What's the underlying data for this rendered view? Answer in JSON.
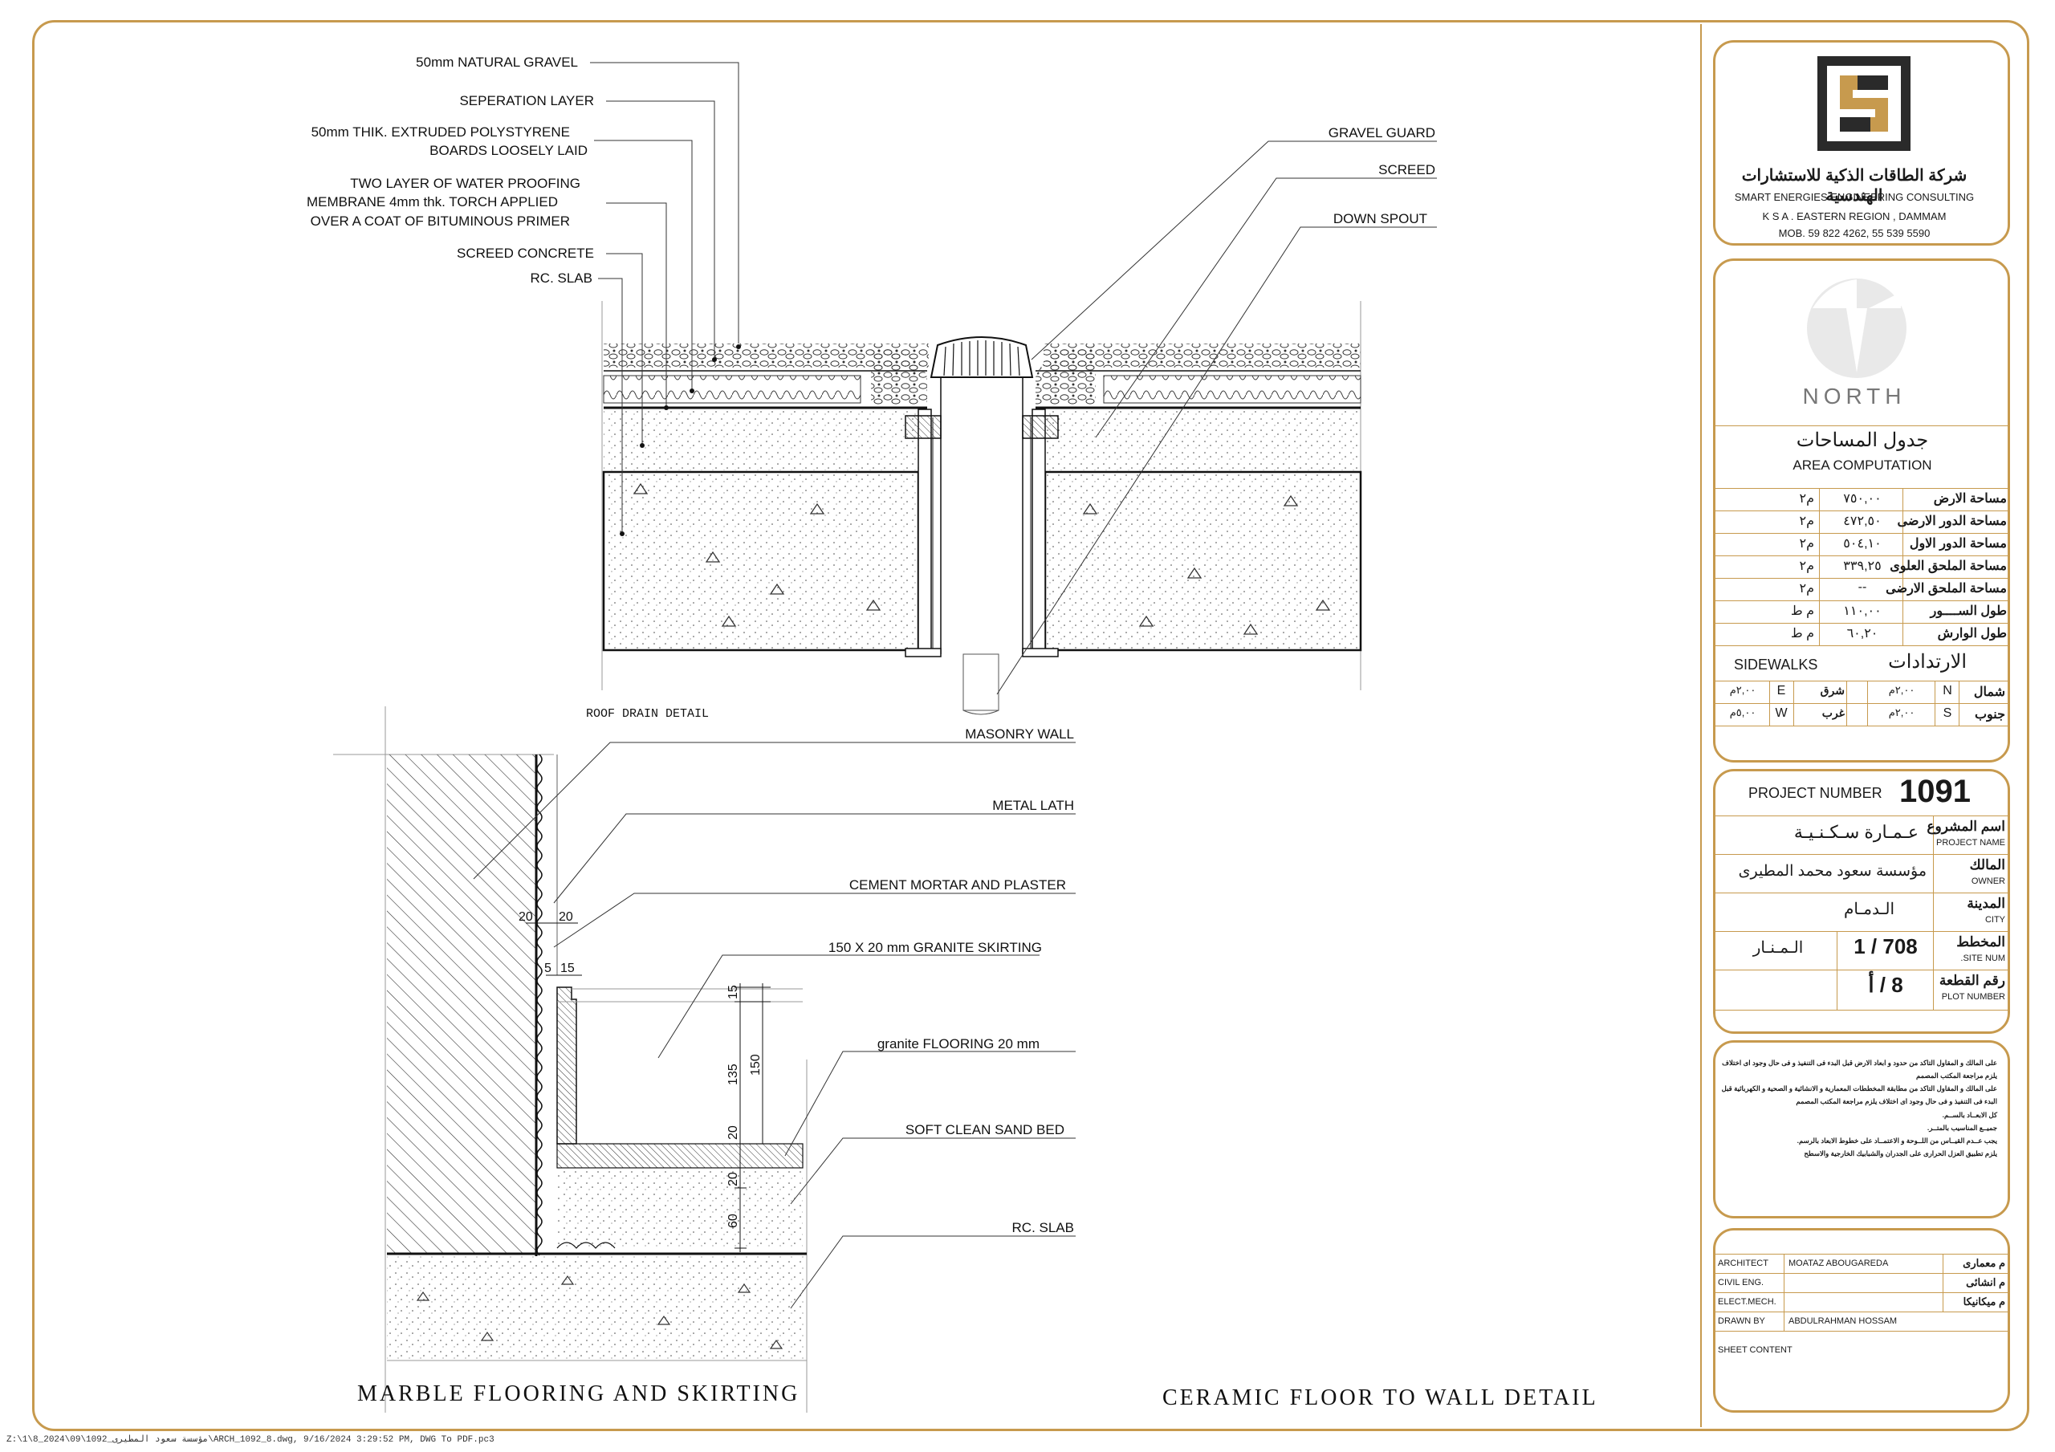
{
  "roof_drain": {
    "left_labels": [
      "50mm NATURAL GRAVEL",
      "SEPERATION LAYER",
      "50mm THIK. EXTRUDED POLYSTYRENE",
      "BOARDS LOOSELY LAID",
      "TWO LAYER OF WATER PROOFING",
      "MEMBRANE 4mm thk. TORCH APPLIED",
      "OVER A COAT OF BITUMINOUS PRIMER",
      "SCREED CONCRETE",
      "RC. SLAB"
    ],
    "right_labels": [
      "GRAVEL GUARD",
      "SCREED",
      "DOWN SPOUT"
    ],
    "title": "ROOF DRAIN DETAIL"
  },
  "skirting": {
    "labels": [
      "MASONRY WALL",
      "METAL LATH",
      "CEMENT MORTAR AND PLASTER",
      "150 X 20 mm GRANITE SKIRTING",
      "granite FLOORING 20 mm",
      "SOFT CLEAN SAND BED",
      "RC. SLAB"
    ],
    "dims": [
      "20",
      "20",
      "5",
      "15",
      "15",
      "135",
      "150",
      "20",
      "20",
      "60"
    ],
    "title": "MARBLE FLOORING AND SKIRTING"
  },
  "ceramic_title": "CERAMIC FLOOR TO WALL DETAIL",
  "company": {
    "name_ar": "شركة الطاقات الذكية للاستشارات الهندسية",
    "name_en": "SMART ENERGIES ENGINEERING CONSULTING",
    "region": "K S A . EASTERN REGION , DAMMAM",
    "mobile": "MOB. 59 822 4262, 55 539 5590"
  },
  "north_label": "NORTH",
  "area": {
    "title_ar": "جدول المساحات",
    "title_en": "AREA COMPUTATION",
    "rows": [
      {
        "label": "مساحة الارض",
        "value": "٧٥٠,٠٠",
        "unit": "م٢"
      },
      {
        "label": "مساحة الدور الارضى",
        "value": "٤٧٢,٥٠",
        "unit": "م٢"
      },
      {
        "label": "مساحة الدور الاول",
        "value": "٥٠٤,١٠",
        "unit": "م٢"
      },
      {
        "label": "مساحة الملحق العلوى",
        "value": "٣٣٩,٢٥",
        "unit": "م٢"
      },
      {
        "label": "مساحة الملحق الارضى",
        "value": "--",
        "unit": "م٢"
      },
      {
        "label": "طول الســــور",
        "value": "١١٠,٠٠",
        "unit": "م ط"
      },
      {
        "label": "طول الوارش",
        "value": "٦٠,٢٠",
        "unit": "م ط"
      }
    ],
    "sidewalks_en": "SIDEWALKS",
    "sidewalks_ar": "الارتدادات",
    "sw_row1": {
      "ar1": "شمال",
      "en1": "N",
      "v1": "٢,٠٠م",
      "ar2": "شرق",
      "en2": "E",
      "v2": "٢,٠٠م"
    },
    "sw_row2": {
      "ar1": "جنوب",
      "en1": "S",
      "v1": "٢,٠٠م",
      "ar2": "غرب",
      "en2": "W",
      "v2": "٥,٠٠م"
    }
  },
  "project": {
    "number_label": "PROJECT NUMBER",
    "number": "1091",
    "name_label_ar": "اسم المشروع",
    "name_label_en": "PROJECT NAME",
    "name": "عـمـارة سـكـنـيـة",
    "owner_label_ar": "المالك",
    "owner_label_en": "OWNER",
    "owner": "مؤسسة سعود محمد المطيرى",
    "city_label_ar": "المدينة",
    "city_label_en": "CITY",
    "city": "الـدمـام",
    "site_label_ar": "المخطط",
    "site_label_en": "SITE NUM.",
    "site": "1 / 708",
    "site_name": "الـمـنـار",
    "plot_label_ar": "رقم القطعة",
    "plot_label_en": "PLOT NUMBER",
    "plot": "8 / أ"
  },
  "notes": [
    "على المالك و المقاول التاكد من حدود و ابعاد الارض قبل البدء فى التنفيذ و فى حال وجود اى اختلاف يلزم مراجعة المكتب المصمم",
    "على المالك و المقاول التاكد من مطابقة المخططات المعمارية و الانشائية و الصحية و الكهربائية قبل البدء فى التنفيذ و فى حال وجود اى اختلاف يلزم مراجعة المكتب المصمم",
    "كل الابعــاد بالســم.",
    "جميــع المناسيب بالمتــر.",
    "يجب عــدم القيــاس من اللــوحة و الاعتمــاد على خطوط الابعاد بالرسم.",
    "يلزم تطبيق العزل الحرارى على الجدران والشبابيك الخارجية والاسطح"
  ],
  "credits": {
    "architect_en": "ARCHITECT",
    "architect_name": "MOATAZ ABOUGAREDA",
    "architect_ar": "م معمارى",
    "civil_en": "CIVIL ENG.",
    "civil_ar": "م انشائى",
    "elect_en": "ELECT.MECH.",
    "elect_ar": "م ميكانيكا",
    "drawn_en": "DRAWN BY",
    "drawn_name": "ABDULRAHMAN HOSSAM",
    "sheet_content": "SHEET CONTENT"
  },
  "footer": "Z:\\1\\8_مؤسسة سعود المطيرى_1092\\09\\2024\\ARCH_1092_8.dwg, 9/16/2024 3:29:52 PM, DWG To PDF.pc3",
  "colors": {
    "frame": "#c79a4e",
    "line": "#111111"
  }
}
